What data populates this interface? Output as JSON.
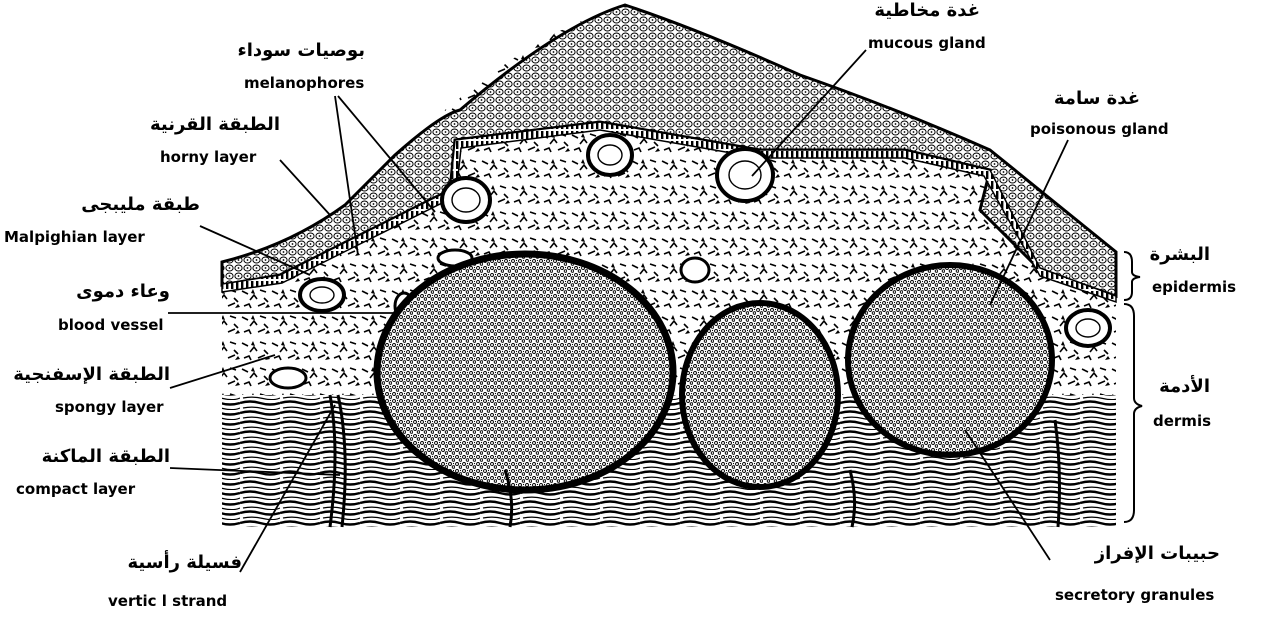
{
  "labels": {
    "mucous_gland": {
      "ar": "غدة مخاطية",
      "en": "mucous gland"
    },
    "melanophores": {
      "ar": "بوصيات سوداء",
      "en": "melanophores"
    },
    "horny_layer": {
      "ar": "الطبقة القرنية",
      "en": "horny layer"
    },
    "malpighian_layer": {
      "ar": "طبقة مليبجى",
      "en": "Malpighian layer"
    },
    "blood_vessel": {
      "ar": "وعاء دموى",
      "en": "blood vessel"
    },
    "spongy_layer": {
      "ar": "الطبقة الإسفنجية",
      "en": "spongy layer"
    },
    "compact_layer": {
      "ar": "الطبقة الماكنة",
      "en": "compact layer"
    },
    "vertical_strand": {
      "ar": "فسيلة رأسية",
      "en": "vertic l strand"
    },
    "poisonous_gland": {
      "ar": "غدة سامة",
      "en": "poisonous gland"
    },
    "epidermis": {
      "ar": "البشرة",
      "en": "epidermis"
    },
    "dermis": {
      "ar": "الأدمة",
      "en": "dermis"
    },
    "secretory_granules": {
      "ar": "حبيبات الإفراز",
      "en": "secretory granules"
    }
  }
}
